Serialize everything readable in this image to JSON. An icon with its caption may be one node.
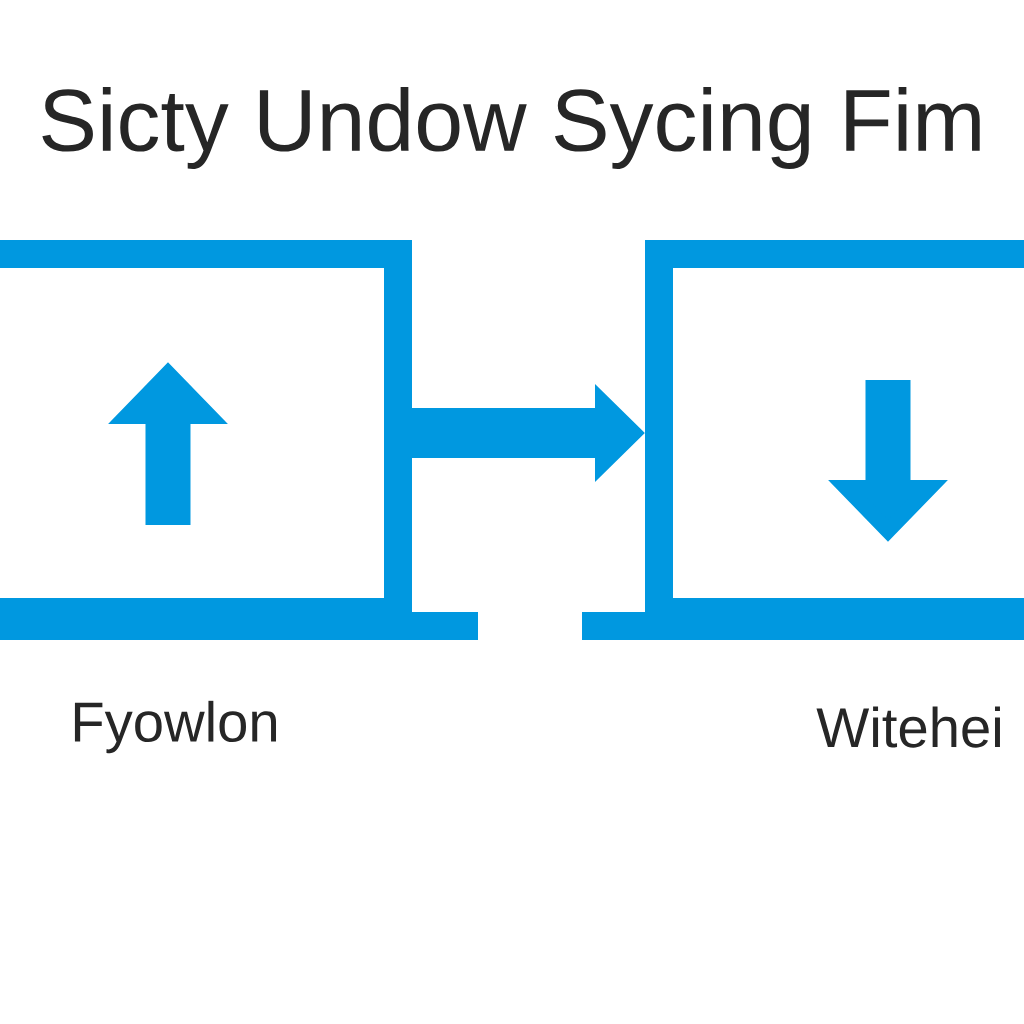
{
  "diagram": {
    "title": "Sicty Undow Sycing Fim",
    "nodes": [
      {
        "text": [],
        "shape": "box",
        "beside": [
          "Fyowlon"
        ]
      },
      {
        "text": [],
        "shape": "box",
        "beside": [
          "Witehei"
        ]
      }
    ],
    "edges": [
      {
        "from": 0,
        "to": 1,
        "arrow": "to"
      }
    ]
  }
}
